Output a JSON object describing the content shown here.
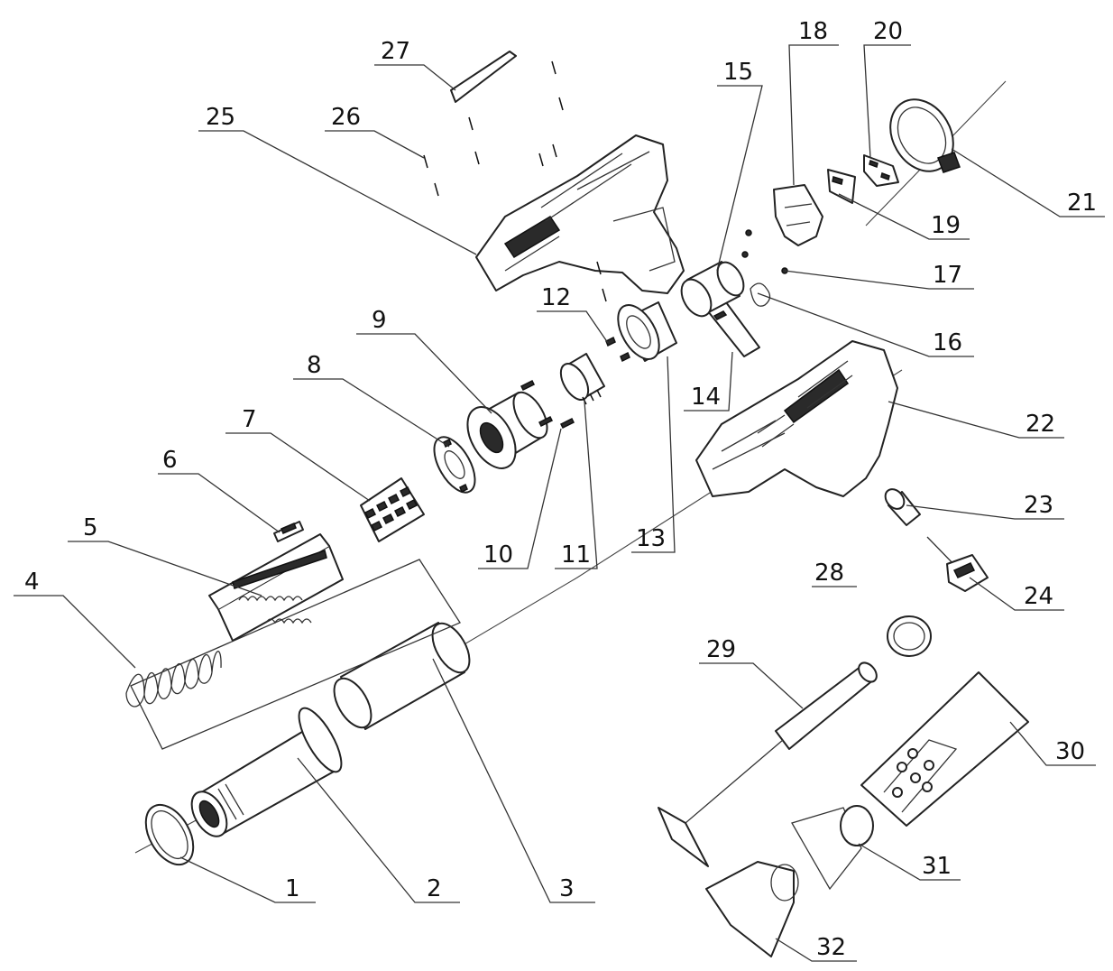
{
  "callouts": [
    {
      "id": 1,
      "label": "1"
    },
    {
      "id": 2,
      "label": "2"
    },
    {
      "id": 3,
      "label": "3"
    },
    {
      "id": 4,
      "label": "4"
    },
    {
      "id": 5,
      "label": "5"
    },
    {
      "id": 6,
      "label": "6"
    },
    {
      "id": 7,
      "label": "7"
    },
    {
      "id": 8,
      "label": "8"
    },
    {
      "id": 9,
      "label": "9"
    },
    {
      "id": 10,
      "label": "10"
    },
    {
      "id": 11,
      "label": "11"
    },
    {
      "id": 12,
      "label": "12"
    },
    {
      "id": 13,
      "label": "13"
    },
    {
      "id": 14,
      "label": "14"
    },
    {
      "id": 15,
      "label": "15"
    },
    {
      "id": 16,
      "label": "16"
    },
    {
      "id": 17,
      "label": "17"
    },
    {
      "id": 18,
      "label": "18"
    },
    {
      "id": 19,
      "label": "19"
    },
    {
      "id": 20,
      "label": "20"
    },
    {
      "id": 21,
      "label": "21"
    },
    {
      "id": 22,
      "label": "22"
    },
    {
      "id": 23,
      "label": "23"
    },
    {
      "id": 24,
      "label": "24"
    },
    {
      "id": 25,
      "label": "25"
    },
    {
      "id": 26,
      "label": "26"
    },
    {
      "id": 27,
      "label": "27"
    },
    {
      "id": 28,
      "label": "28"
    },
    {
      "id": 29,
      "label": "29"
    },
    {
      "id": 30,
      "label": "30"
    },
    {
      "id": 31,
      "label": "31"
    },
    {
      "id": 32,
      "label": "32"
    }
  ]
}
